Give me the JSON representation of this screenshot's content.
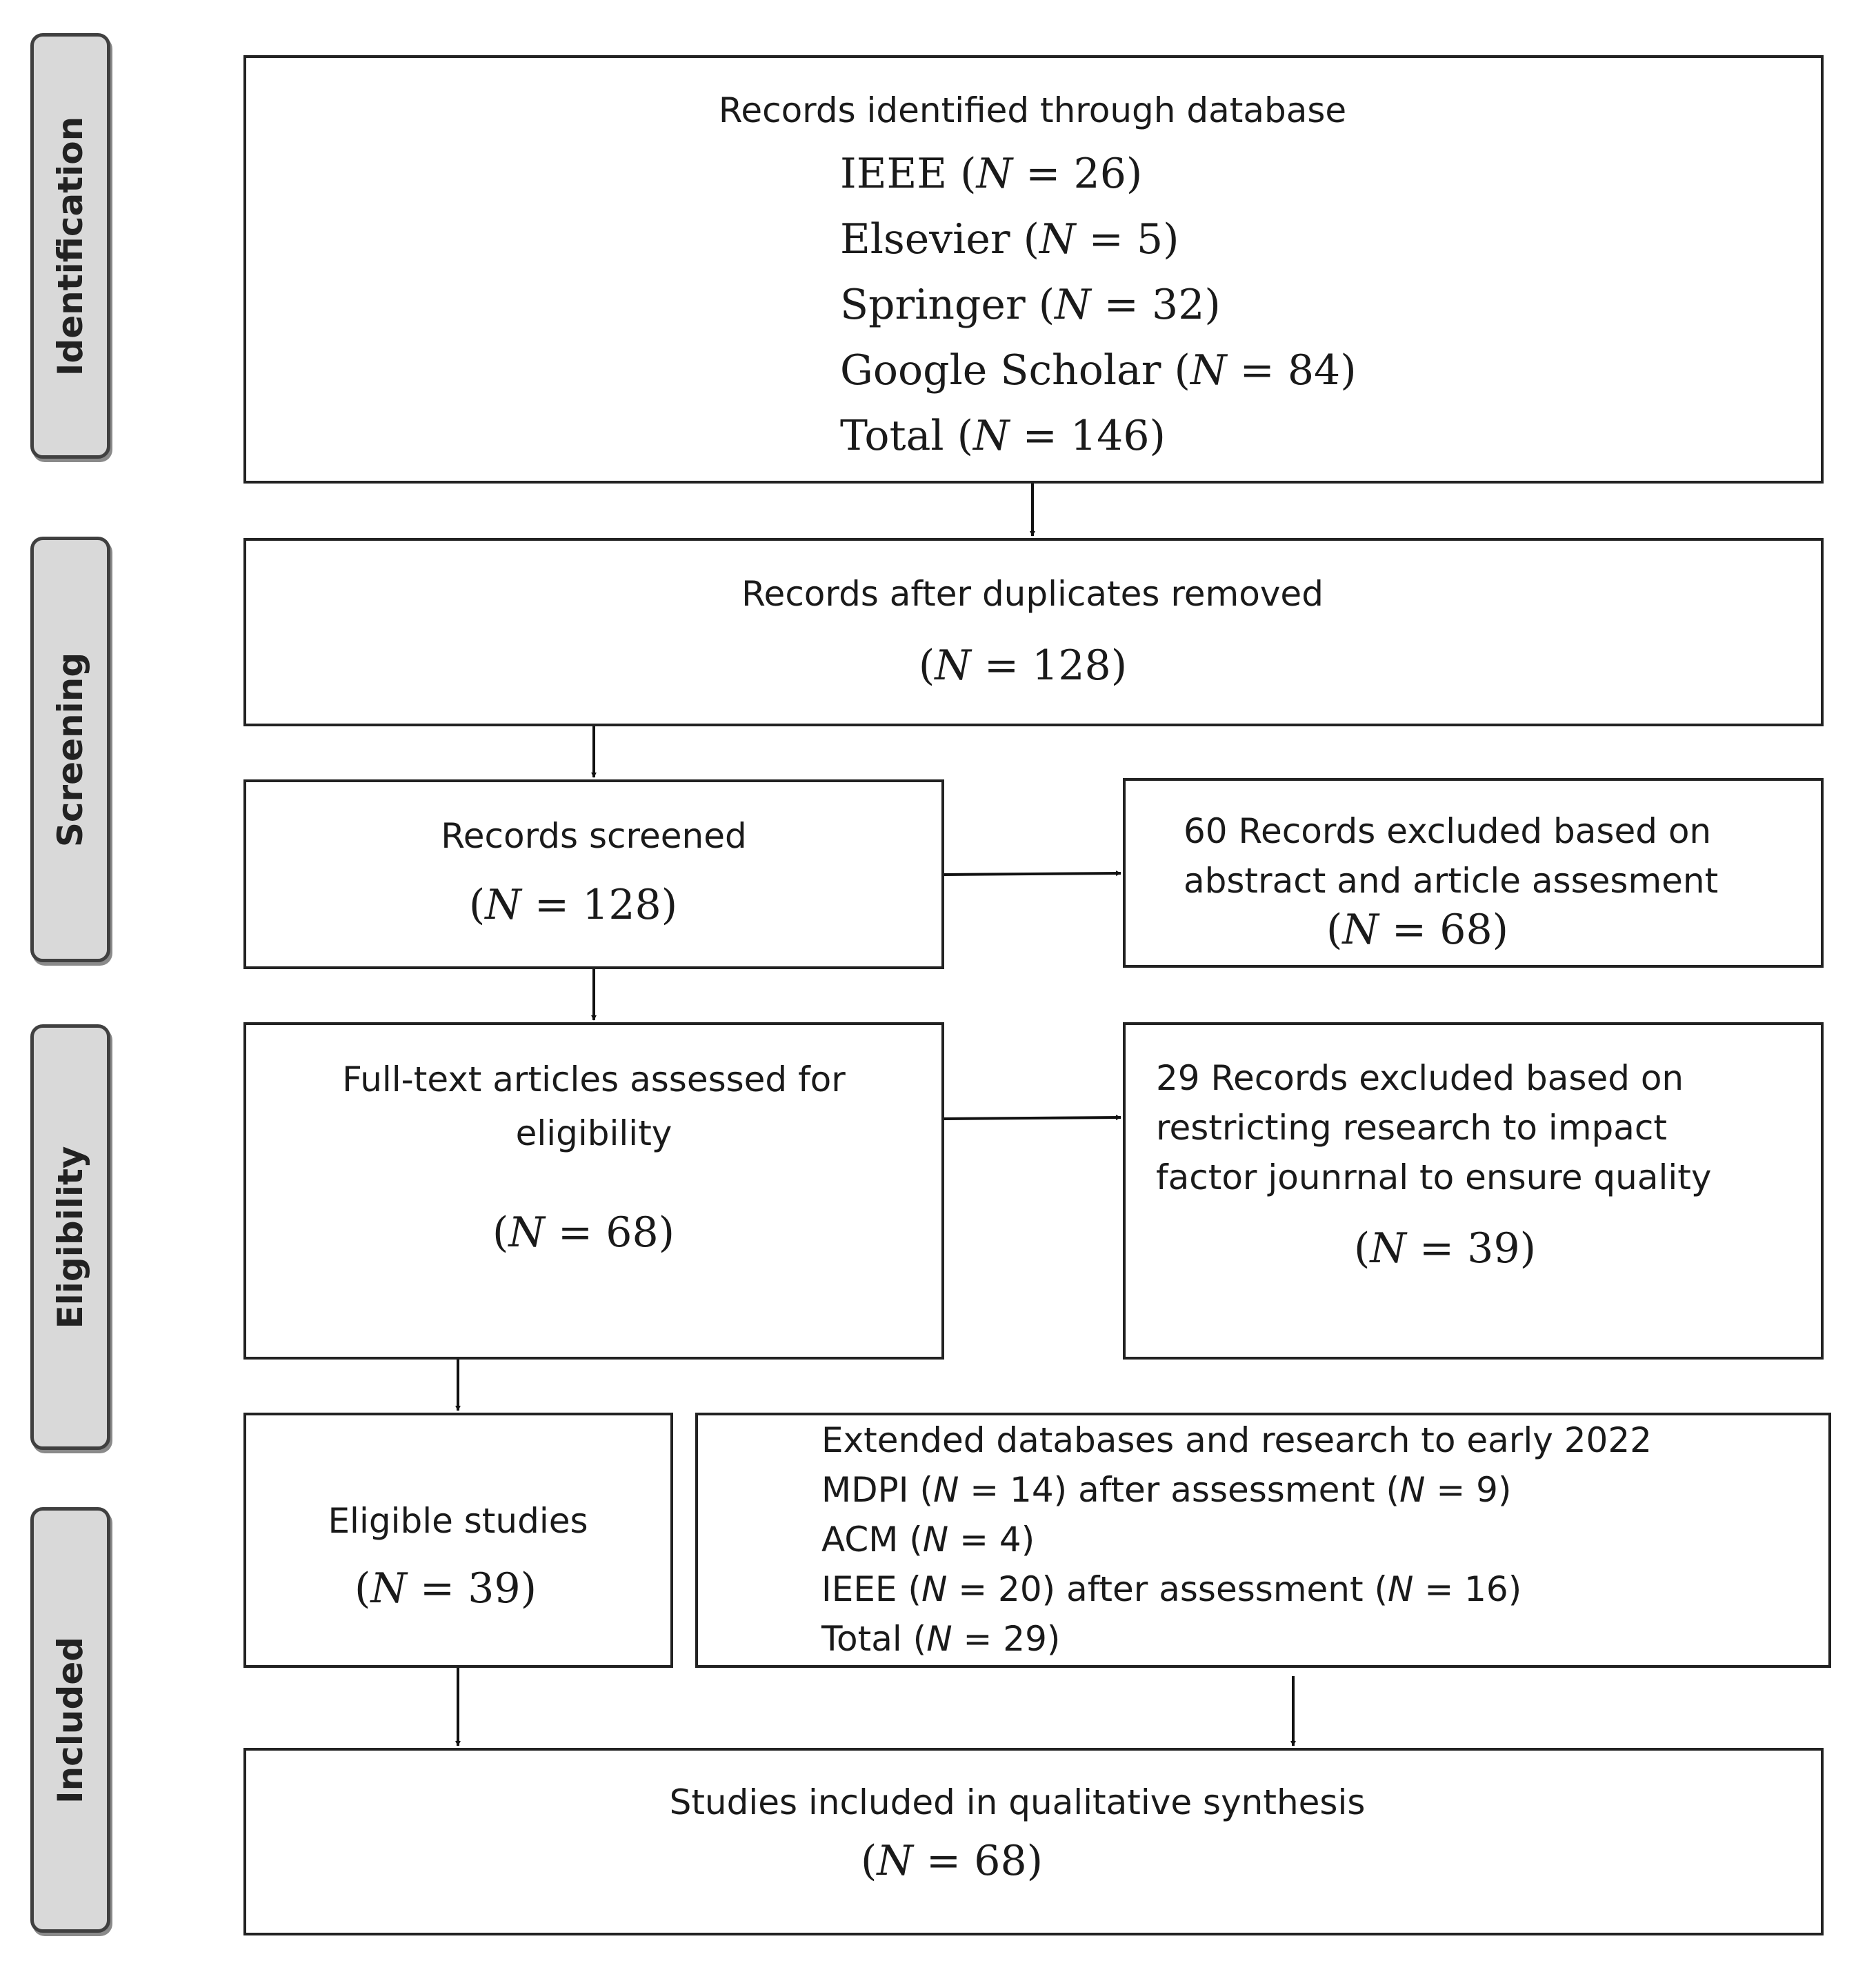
{
  "stages": [
    "Identification",
    "Screening",
    "Eligibility",
    "Included"
  ],
  "identification": {
    "heading": "Records identified through database",
    "sources": [
      {
        "name": "IEEE",
        "n": "26"
      },
      {
        "name": "Elsevier",
        "n": "5"
      },
      {
        "name": "Springer",
        "n": "32"
      },
      {
        "name": "Google Scholar",
        "n": "84"
      },
      {
        "name": "Total",
        "n": "146"
      }
    ]
  },
  "duplicates_removed": {
    "text": "Records after duplicates removed",
    "n": "128"
  },
  "records_screened": {
    "text": "Records screened",
    "n": "128"
  },
  "excluded_abstract": {
    "lines": [
      "60 Records excluded based on",
      "abstract and article assesment"
    ],
    "n": "68"
  },
  "full_text": {
    "lines": [
      "Full-text articles assessed for",
      "eligibility"
    ],
    "n": "68"
  },
  "excluded_impact": {
    "lines": [
      "29 Records excluded based on",
      "restricting research to impact",
      "factor jounrnal to ensure quality"
    ],
    "n": "39"
  },
  "eligible": {
    "text": "Eligible studies",
    "n": "39"
  },
  "extended": {
    "heading": "Extended databases and research to early 2022",
    "mdpi": {
      "name": "MDPI",
      "n": "14",
      "after_label": "after assessment",
      "after_n": "9"
    },
    "acm": {
      "name": "ACM",
      "n": "4"
    },
    "ieee": {
      "name": "IEEE",
      "n": "20",
      "after_label": "after assessment",
      "after_n": "16"
    },
    "total": {
      "name": "Total",
      "n": "29"
    }
  },
  "included": {
    "text": "Studies included in qualitative synthesis",
    "n": "68"
  }
}
